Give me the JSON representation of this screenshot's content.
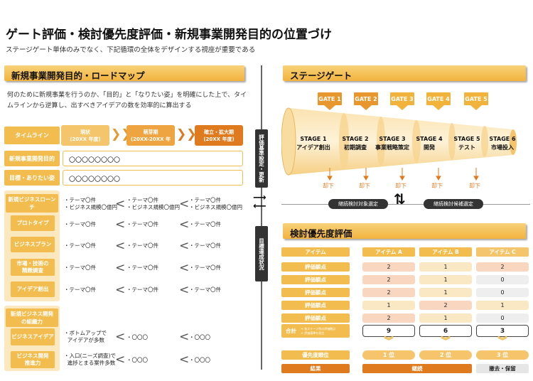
{
  "page": {
    "title": "ゲート評価・検討優先度評価・新規事業開発目的の位置づけ",
    "subtitle": "ステージゲート単体のみでなく、下記循環の全体をデザインする視座が重要である"
  },
  "left": {
    "header": "新規事業開発目的・ロードマップ",
    "intro": "何のために新規事業を行うのか、「目的」と「なりたい姿」を明確にした上で、タイムラインから逆算し、出すべきアイデアの数を効率的に算出する",
    "timeline_label": "タイムライン",
    "phases": [
      {
        "name": "現状",
        "period": "(20XX 年度)"
      },
      {
        "name": "萌芽期",
        "period": "(20XX-20XX 年"
      },
      {
        "name": "確立・拡大期",
        "period": "(20XX 年度)"
      }
    ],
    "purpose_label": "新規事業開発目的",
    "purpose_value": "〇〇〇〇〇〇〇〇",
    "goal_label": "目標・ありたい姿",
    "goal_value": "〇〇〇〇〇〇〇〇",
    "launch": {
      "label": "新規ビジネスローンチ",
      "main_items": [
        [
          "テーマ〇件",
          "ビジネス規模〇億円"
        ],
        [
          "テーマ〇件",
          "ビジネス規模〇億円"
        ],
        [
          "テーマ〇件",
          "ビジネス規模〇億円"
        ]
      ],
      "rows": [
        {
          "label": "プロトタイプ",
          "item": "テーマ〇件"
        },
        {
          "label": "ビジネスプラン",
          "item": "テーマ〇件"
        },
        {
          "label": "市場・技術の\n精緻調査",
          "item": "テーマ〇件"
        },
        {
          "label": "アイデア創出",
          "item": "テーマ〇件"
        }
      ]
    },
    "org": {
      "label": "新規ビジネス開発\nの組織力",
      "rows": [
        {
          "label": "ビジネスアイデア",
          "first": [
            "ボトムアップで",
            "アイデアが多数"
          ],
          "next": "〇〇〇"
        },
        {
          "label": "ビジネス開発\n推進力",
          "first": [
            "入口(ニーズ調査)で",
            "進捗とまる案件多数"
          ],
          "next": "〇〇〇"
        }
      ]
    }
  },
  "middle": {
    "top_label": "評価基準設定・更新",
    "bottom_label": "目標達成状況"
  },
  "gate": {
    "header": "ステージゲート",
    "gates": [
      "GATE 1",
      "GATE 2",
      "GATE 3",
      "GATE 4",
      "GATE 5"
    ],
    "stages": [
      {
        "stage": "STAGE 1",
        "name": "アイデア創出"
      },
      {
        "stage": "STAGE 2",
        "name": "初期調査"
      },
      {
        "stage": "STAGE 3",
        "name": "事業戦略策定"
      },
      {
        "stage": "STAGE 4",
        "name": "開発"
      },
      {
        "stage": "STAGE 5",
        "name": "テスト"
      },
      {
        "stage": "STAGE 6",
        "name": "市場投入"
      }
    ],
    "reject": "却下",
    "pill_left": "継続検討対象選定",
    "pill_right": "継続検討候補選定"
  },
  "priority": {
    "header": "検討優先度評価",
    "col_item": "アイテム",
    "items": [
      "アイテム A",
      "アイテム B",
      "アイテム C"
    ],
    "row_label": "評価観点",
    "scores": [
      [
        2,
        1,
        2
      ],
      [
        2,
        1,
        0
      ],
      [
        2,
        1,
        0
      ],
      [
        1,
        2,
        1
      ],
      [
        2,
        1,
        0
      ]
    ],
    "total_label": "合計",
    "total_note": [
      "＊ 各ステージ別の評価観点",
      "＊ 評価基準を設定"
    ],
    "totals": [
      9,
      6,
      3
    ],
    "rank_label": "優先度順位",
    "ranks": [
      "1 位",
      "2 位",
      "3 位"
    ],
    "result_label": "結果",
    "result_continue": "継続",
    "result_stop": "撤去・保留"
  },
  "colors": {
    "accent": "#f2bd4e",
    "orange": "#e8962e",
    "panel": "#fbe8bf"
  }
}
